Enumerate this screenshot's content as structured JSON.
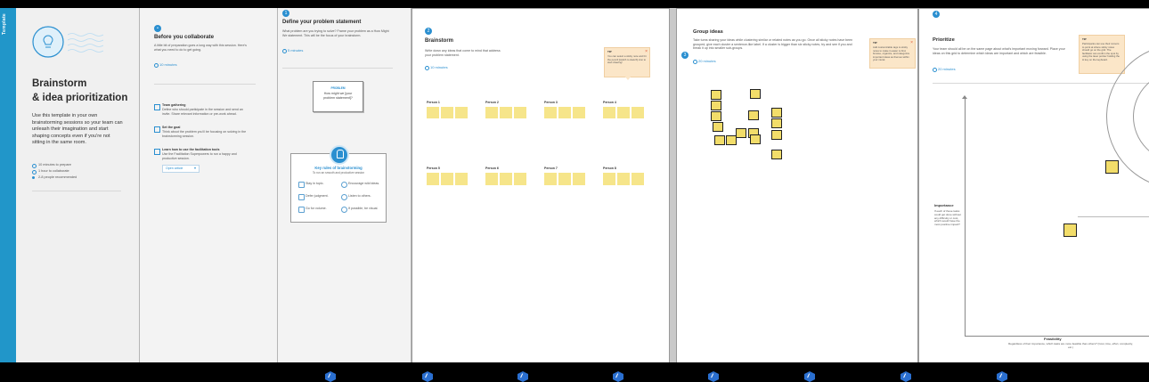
{
  "sidebar": {
    "label": "Template"
  },
  "panel1": {
    "title_line1": "Brainstorm",
    "title_line2": "& idea prioritization",
    "desc": "Use this template in your own brainstorming sessions so your team can unleash their imagination and start shaping concepts even if you're not sitting in the same room.",
    "meta": [
      "10 minutes to prepare",
      "1 hour to collaborate",
      "2-8 people recommended"
    ]
  },
  "panel2": {
    "title": "Before you collaborate",
    "intro": "A little bit of preparation goes a long way with this session. Here's what you need to do to get going.",
    "time": "10 minutes",
    "steps": [
      {
        "title": "Team gathering",
        "text": "Define who should participate in the session and send an invite. Share relevant information or pre-work ahead."
      },
      {
        "title": "Set the goal",
        "text": "Think about the problem you'll be focusing on solving in the brainstorming session."
      },
      {
        "title": "Learn how to use the facilitation tools",
        "text": "Use the Facilitation Superpowers to run a happy and productive session."
      }
    ],
    "open_button": "Open article"
  },
  "panel3": {
    "step": "1",
    "title": "Define your problem statement",
    "intro": "What problem are you trying to solve? Frame your problem as a How Might We statement. This will be the focus of your brainstorm.",
    "time": "5 minutes",
    "card_label": "PROBLEM",
    "card_text": "How might we [your problem statement]?",
    "rules_title": "Key rules of brainstorming",
    "rules_sub": "To run an smooth and productive session",
    "rules": [
      "Stay in topic.",
      "Encourage wild ideas.",
      "Defer judgment.",
      "Listen to others.",
      "Go for volume.",
      "If possible, be visual."
    ]
  },
  "panel4": {
    "step": "2",
    "title": "Brainstorm",
    "intro": "Write down any ideas that come to mind that address your problem statement.",
    "time": "10 minutes",
    "tip_label": "TIP",
    "tip_text": "You can select a sticky note and hit the pencil [switch to sketch] icon to start drawing!",
    "persons": [
      "Person 1",
      "Person 2",
      "Person 3",
      "Person 4",
      "Person 5",
      "Person 6",
      "Person 7",
      "Person 8"
    ]
  },
  "panel5": {
    "step": "3",
    "title": "Group ideas",
    "intro": "Take turns sharing your ideas while clustering similar or related notes as you go. Once all sticky notes have been grouped, give each cluster a sentence-like label. If a cluster is bigger than six sticky notes, try and see if you and break it up into smaller sub-groups.",
    "time": "20 minutes",
    "tip_label": "TIP",
    "tip_text": "Add customizable tags to sticky notes to make it easier to find, browse, organize, and categorize important ideas as themes within your mural."
  },
  "panel6": {
    "step": "4",
    "title": "Prioritize",
    "intro": "Your team should all be on the same page about what's important moving forward. Place your ideas on this grid to determine which ideas are important and which are feasible.",
    "time": "20 minutes",
    "tip_label": "TIP",
    "tip_text": "Participants can use their cursors to point at where sticky notes should go on the grid. The facilitator can confirm the spot by using the laser pointer holding the H key on the keyboard.",
    "y_label": "Importance",
    "y_desc": "If each of these tasks could get done without any difficulty or cost, which would have the most positive impact?",
    "x_label": "Feasibility",
    "x_desc": "Regardless of their importance, which tasks are more feasible than others? (Cost, time, effort, complexity, etc.)"
  },
  "colors": {
    "accent": "#2196c9",
    "sticky": "#f6e58a",
    "tip": "#fbe6c8"
  }
}
